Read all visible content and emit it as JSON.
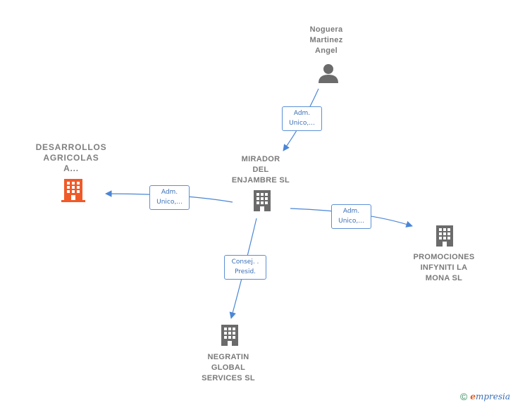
{
  "colors": {
    "edge": "#4a86d6",
    "icon": "#6b6b6b",
    "focus_icon": "#f05a28"
  },
  "nodes": {
    "person": {
      "label": "Noguera\nMartinez\nAngel",
      "icon": "person-icon"
    },
    "center": {
      "label": "MIRADOR\nDEL\nENJAMBRE SL",
      "icon": "building-icon"
    },
    "focus": {
      "label": "DESARROLLOS\nAGRICOLAS\nA...",
      "icon": "building-icon"
    },
    "promo": {
      "label": "PROMOCIONES\nINFYNITI LA\nMONA  SL",
      "icon": "building-icon"
    },
    "negratin": {
      "label": "NEGRATIN\nGLOBAL\nSERVICES  SL",
      "icon": "building-icon"
    }
  },
  "edges": {
    "person_center": "Adm.\nUnico,...",
    "center_focus": "Adm.\nUnico,...",
    "center_promo": "Adm.\nUnico,...",
    "center_negratin": "Consej. .\nPresid."
  },
  "footer": {
    "copyright": "©",
    "brand_first": "e",
    "brand_rest": "mpresia"
  }
}
